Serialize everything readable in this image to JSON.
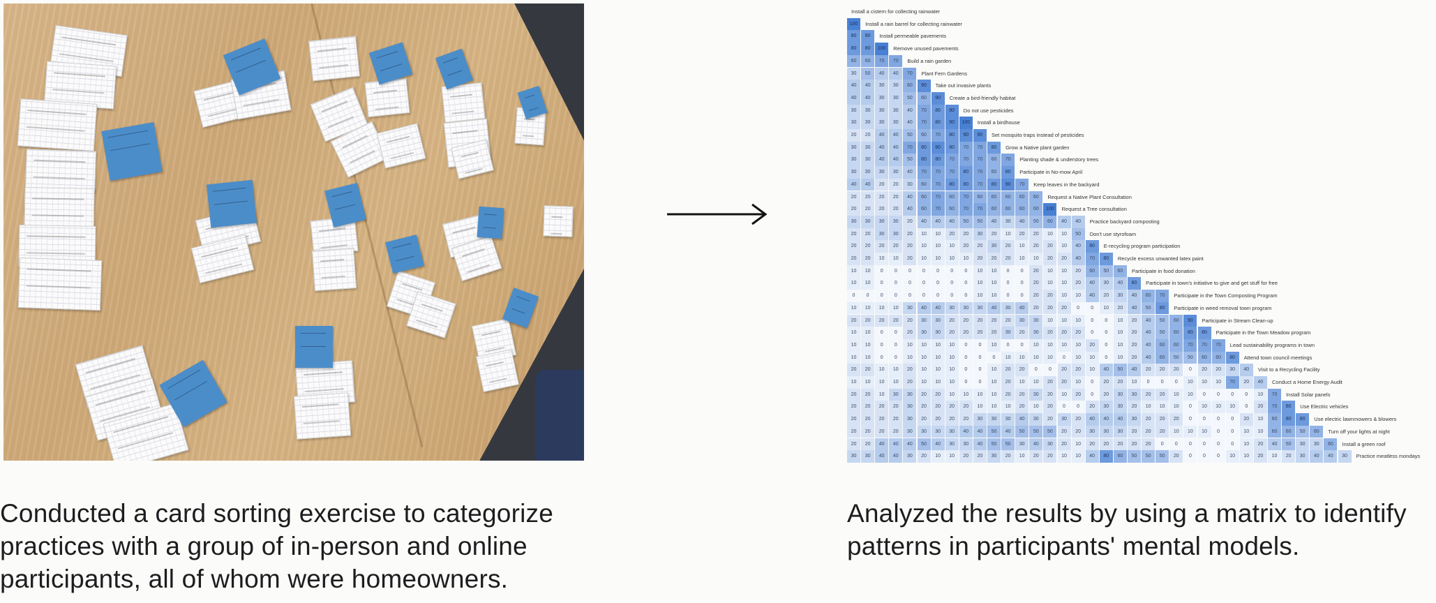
{
  "photo": {
    "alt": "Card sorting exercise: handwritten cards and blue sticky notes on a wooden table"
  },
  "arrow": {
    "icon": "right-arrow-icon"
  },
  "matrix": {
    "items": [
      "Install a cistern for collecting rainwater",
      "Install a rain barrel for collecting rainwater",
      "Install permeable pavements",
      "Remove unused pavements",
      "Build a rain garden",
      "Plant Fern Gardens",
      "Take out invasive plants",
      "Create a bird-friendly habitat",
      "Do not use pesticides",
      "Install a birdhouse",
      "Set mosquito traps instead of pesticides",
      "Grow a Native plant garden",
      "Planting shade & understory trees",
      "Participate in No-mow April",
      "Keep leaves in the backyard",
      "Request a Native Plant Consultation",
      "Request a Tree consultation",
      "Practice backyard composting",
      "Don't use styrofoam",
      "E-recycling program participation",
      "Recycle excess unwanted latex paint",
      "Participate in food donation",
      "Participate in town's initiative to give and get stuff for free",
      "Participate in the Town Composting Program",
      "Participate in weed removal town program",
      "Participate in Stream Clean-up",
      "Participate in the Town Meadow program",
      "Lead sustainability programs in town",
      "Attend town council meetings",
      "Visit to a Recycling Facility",
      "Conduct a Home Energy Audit",
      "Install Solar panels",
      "Use Electric vehicles",
      "Use electric lawnmowers & blowers",
      "Turn off your lights at night",
      "Install a green roof",
      "Practice meatless mondays"
    ],
    "rows": [
      [
        100
      ],
      [
        80,
        80
      ],
      [
        80,
        80,
        100
      ],
      [
        60,
        60,
        70,
        70
      ],
      [
        30,
        50,
        40,
        40,
        70
      ],
      [
        40,
        40,
        30,
        30,
        60,
        90
      ],
      [
        40,
        40,
        30,
        30,
        50,
        60,
        90
      ],
      [
        30,
        30,
        30,
        30,
        40,
        70,
        80,
        90
      ],
      [
        30,
        30,
        30,
        30,
        40,
        70,
        80,
        90,
        100
      ],
      [
        20,
        20,
        40,
        40,
        50,
        60,
        70,
        80,
        90,
        90
      ],
      [
        30,
        30,
        40,
        40,
        70,
        80,
        90,
        80,
        70,
        70,
        80
      ],
      [
        30,
        30,
        40,
        40,
        50,
        80,
        80,
        70,
        70,
        70,
        60,
        70
      ],
      [
        30,
        30,
        30,
        30,
        40,
        70,
        70,
        70,
        80,
        70,
        60,
        80
      ],
      [
        40,
        40,
        20,
        20,
        30,
        60,
        70,
        80,
        80,
        70,
        80,
        90,
        70
      ],
      [
        20,
        20,
        20,
        20,
        40,
        60,
        70,
        60,
        70,
        60,
        60,
        60,
        60,
        60
      ],
      [
        20,
        20,
        20,
        20,
        40,
        60,
        70,
        60,
        70,
        70,
        60,
        60,
        60,
        60,
        100
      ],
      [
        30,
        30,
        30,
        30,
        20,
        40,
        40,
        40,
        50,
        50,
        40,
        30,
        40,
        50,
        60,
        40,
        40
      ],
      [
        20,
        20,
        30,
        30,
        20,
        10,
        10,
        20,
        20,
        30,
        20,
        10,
        20,
        20,
        10,
        10,
        50
      ],
      [
        20,
        20,
        20,
        20,
        20,
        10,
        10,
        10,
        20,
        20,
        30,
        20,
        10,
        20,
        20,
        10,
        40,
        80
      ],
      [
        20,
        20,
        10,
        10,
        20,
        10,
        10,
        10,
        10,
        20,
        20,
        20,
        10,
        10,
        20,
        20,
        40,
        70,
        80
      ],
      [
        10,
        10,
        0,
        0,
        0,
        0,
        0,
        0,
        0,
        10,
        10,
        0,
        0,
        20,
        10,
        10,
        20,
        60,
        50,
        60
      ],
      [
        10,
        10,
        0,
        0,
        0,
        0,
        0,
        0,
        0,
        10,
        10,
        0,
        0,
        20,
        10,
        10,
        20,
        40,
        30,
        40,
        80
      ],
      [
        0,
        0,
        0,
        0,
        0,
        0,
        0,
        0,
        0,
        10,
        10,
        0,
        0,
        20,
        20,
        10,
        10,
        40,
        20,
        30,
        40,
        60,
        70
      ],
      [
        10,
        10,
        10,
        10,
        30,
        40,
        40,
        30,
        30,
        30,
        40,
        30,
        40,
        20,
        20,
        20,
        0,
        0,
        10,
        20,
        40,
        50,
        80
      ],
      [
        20,
        20,
        20,
        20,
        20,
        30,
        30,
        20,
        20,
        20,
        20,
        20,
        30,
        30,
        10,
        10,
        10,
        0,
        0,
        10,
        20,
        40,
        50,
        60,
        90
      ],
      [
        10,
        10,
        0,
        0,
        20,
        30,
        30,
        20,
        20,
        20,
        20,
        30,
        20,
        30,
        20,
        20,
        20,
        0,
        0,
        10,
        20,
        40,
        50,
        60,
        80,
        80
      ],
      [
        10,
        10,
        0,
        0,
        10,
        10,
        10,
        10,
        0,
        0,
        10,
        0,
        0,
        10,
        10,
        10,
        10,
        20,
        0,
        10,
        20,
        40,
        60,
        60,
        70,
        70,
        70
      ],
      [
        10,
        10,
        0,
        0,
        10,
        10,
        10,
        10,
        0,
        0,
        0,
        10,
        10,
        10,
        10,
        0,
        10,
        10,
        0,
        10,
        20,
        40,
        60,
        50,
        50,
        60,
        60,
        80
      ],
      [
        20,
        20,
        10,
        10,
        20,
        10,
        10,
        10,
        0,
        0,
        10,
        20,
        20,
        0,
        0,
        20,
        20,
        10,
        40,
        50,
        40,
        20,
        20,
        20,
        0,
        20,
        20,
        30,
        40
      ],
      [
        10,
        10,
        10,
        10,
        20,
        10,
        10,
        10,
        0,
        0,
        10,
        20,
        10,
        10,
        20,
        20,
        10,
        0,
        20,
        20,
        10,
        0,
        0,
        0,
        10,
        10,
        10,
        70,
        20,
        40
      ],
      [
        20,
        20,
        10,
        30,
        30,
        20,
        20,
        10,
        10,
        10,
        10,
        20,
        20,
        30,
        20,
        10,
        20,
        0,
        20,
        30,
        30,
        20,
        20,
        10,
        10,
        0,
        0,
        0,
        0,
        10,
        70
      ],
      [
        20,
        20,
        20,
        20,
        30,
        20,
        20,
        20,
        20,
        10,
        10,
        10,
        20,
        10,
        20,
        0,
        0,
        20,
        30,
        30,
        20,
        10,
        10,
        10,
        0,
        10,
        10,
        10,
        0,
        20,
        70,
        80
      ],
      [
        20,
        20,
        20,
        20,
        30,
        20,
        20,
        20,
        20,
        30,
        30,
        30,
        40,
        30,
        20,
        30,
        20,
        40,
        40,
        40,
        30,
        20,
        20,
        20,
        0,
        0,
        0,
        0,
        20,
        10,
        60,
        80,
        80
      ],
      [
        20,
        20,
        20,
        20,
        30,
        30,
        30,
        30,
        40,
        40,
        50,
        40,
        50,
        50,
        50,
        20,
        20,
        30,
        30,
        30,
        20,
        20,
        20,
        10,
        10,
        10,
        0,
        0,
        10,
        10,
        60,
        60,
        50,
        60
      ],
      [
        20,
        20,
        40,
        40,
        40,
        50,
        40,
        30,
        30,
        40,
        50,
        50,
        30,
        40,
        30,
        20,
        10,
        20,
        20,
        20,
        20,
        20,
        0,
        0,
        0,
        0,
        0,
        0,
        10,
        20,
        40,
        50,
        30,
        30,
        60
      ],
      [
        30,
        30,
        40,
        40,
        30,
        20,
        10,
        10,
        20,
        20,
        30,
        20,
        10,
        20,
        20,
        10,
        10,
        40,
        80,
        60,
        50,
        50,
        50,
        20,
        0,
        0,
        0,
        10,
        10,
        20,
        10,
        20,
        30,
        40,
        40,
        30
      ]
    ]
  },
  "captions": {
    "left": "Conducted a card sorting exercise to categorize practices with a group of in-person and online participants, all of whom were homeowners.",
    "right": "Analyzed the results by using a matrix to identify patterns in participants' mental models."
  },
  "colors": {
    "low": "#f2f5fa",
    "high": "#4f86d6"
  }
}
